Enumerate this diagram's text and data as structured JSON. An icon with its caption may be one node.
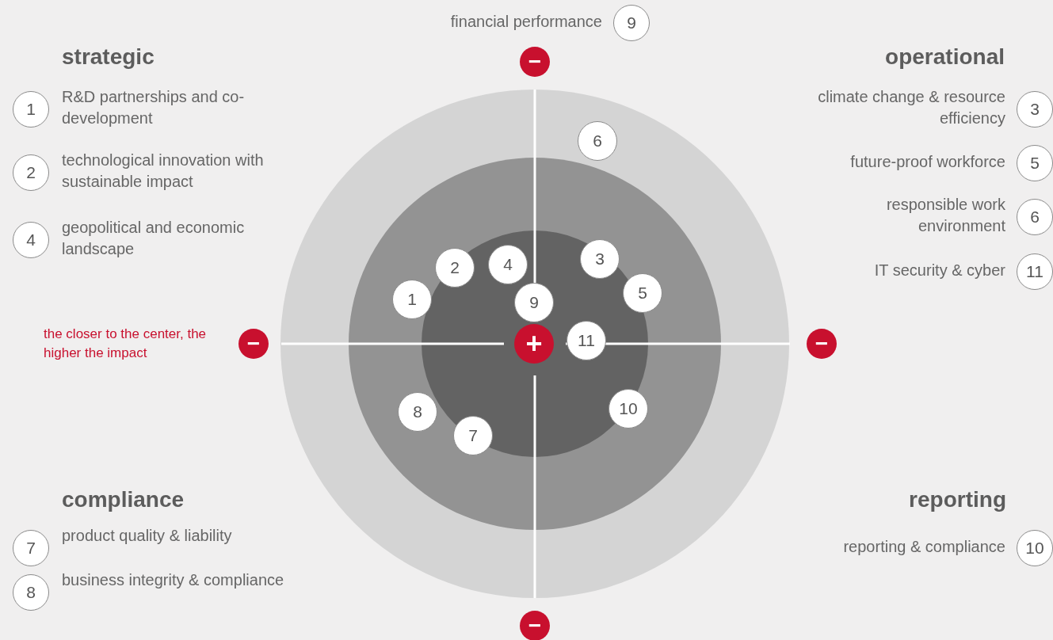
{
  "diagram": {
    "nodes": [
      {
        "text": [
          "9"
        ],
        "beside": [
          "financial performance"
        ]
      },
      {
        "text": [
          "−"
        ]
      },
      {
        "text": [
          "1"
        ],
        "beside": [
          "R&D partnerships and co-development"
        ]
      },
      {
        "text": [
          "2"
        ],
        "beside": [
          "technological innovation with sustainable impact"
        ]
      },
      {
        "text": [
          "4"
        ],
        "beside": [
          "geopolitical and economic landscape"
        ]
      },
      {
        "text": [
          "3"
        ],
        "beside": [
          "climate change & resource efficiency"
        ]
      },
      {
        "text": [
          "5"
        ],
        "beside": [
          "future-proof workforce"
        ]
      },
      {
        "text": [
          "6"
        ],
        "beside": [
          "responsible work environment"
        ]
      },
      {
        "text": [
          "11"
        ],
        "beside": [
          "IT security & cyber"
        ]
      },
      {
        "text": [
          "6"
        ]
      },
      {
        "text": [
          "2"
        ]
      },
      {
        "text": [
          "4"
        ]
      },
      {
        "text": [
          "3"
        ]
      },
      {
        "text": [
          "1"
        ]
      },
      {
        "text": [
          "9"
        ]
      },
      {
        "text": [
          "5"
        ]
      },
      {
        "text": [
          "−"
        ]
      },
      {
        "text": [
          "+"
        ]
      },
      {
        "text": [
          "11"
        ]
      },
      {
        "text": [
          "−"
        ]
      },
      {
        "text": [
          "8"
        ]
      },
      {
        "text": [
          "10"
        ]
      },
      {
        "text": [
          "7"
        ]
      },
      {
        "text": [
          "7"
        ],
        "beside": [
          "product quality & liability"
        ]
      },
      {
        "text": [
          "8"
        ],
        "beside": [
          "business integrity & compliance"
        ]
      },
      {
        "text": [
          "10"
        ],
        "beside": [
          "reporting & compliance"
        ]
      },
      {
        "text": [
          "−"
        ]
      }
    ],
    "labels": [
      "strategic",
      "operational",
      "the closer to the center, the higher the impact",
      "compliance",
      "reporting"
    ]
  }
}
